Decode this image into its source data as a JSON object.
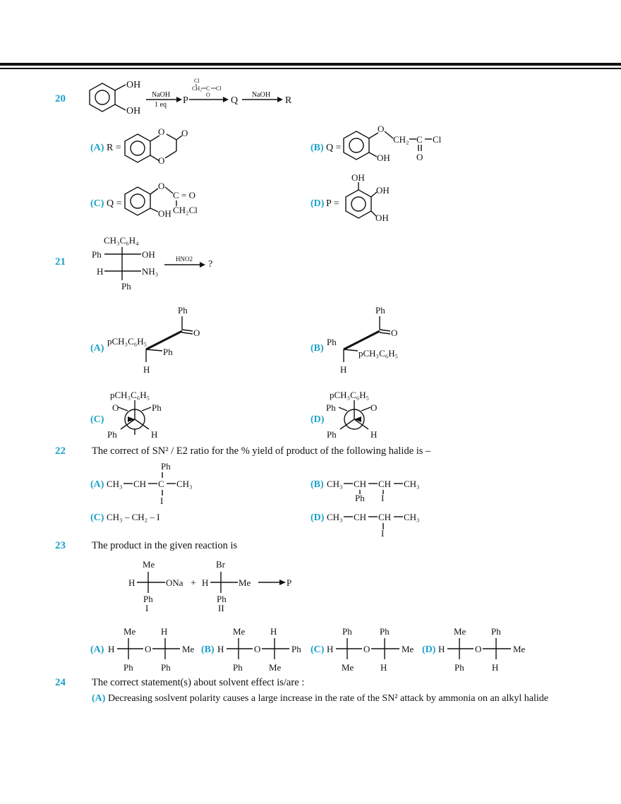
{
  "q20": {
    "num": "20",
    "reagents": [
      "NaOH",
      "1 eq",
      "NaOH"
    ],
    "letters": [
      "P",
      "Q",
      "R"
    ],
    "reagent_above": "ClCH2–C(=O)–Cl",
    "options": [
      {
        "label": "(A)",
        "lead": "R ="
      },
      {
        "label": "(B)",
        "lead": "Q ="
      },
      {
        "label": "(C)",
        "lead": "Q ="
      },
      {
        "label": "(D)",
        "lead": "P ="
      }
    ]
  },
  "q21": {
    "num": "21",
    "reagent": "HNO2",
    "product": "?",
    "options": [
      "(A)",
      "(B)",
      "(C)",
      "(D)"
    ]
  },
  "q22": {
    "num": "22",
    "text": "The correct of SN² / E2 ratio for the % yield of product of the following halide is –",
    "options": [
      "(A)",
      "(B)",
      "(C)",
      "(D)"
    ],
    "option_c": "CH₃ – CH₂ – I"
  },
  "q23": {
    "num": "23",
    "text": "The product in the given reaction is",
    "product": "P",
    "labels": [
      "I",
      "II"
    ],
    "options": [
      "(A)",
      "(B)",
      "(C)",
      "(D)"
    ]
  },
  "q24": {
    "num": "24",
    "text": "The correct statement(s) about solvent effect is/are :",
    "option_a_label": "(A)",
    "option_a": "Decreasing soslvent polarity causes a large increase in the rate of the SN² attack by ammonia on an alkyl halide"
  }
}
